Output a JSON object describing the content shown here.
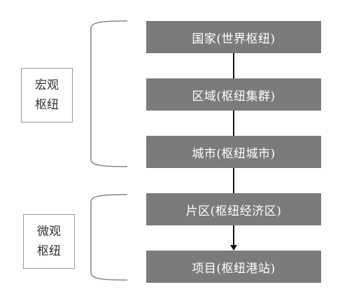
{
  "groups": [
    {
      "label_lines": [
        "宏观",
        "枢纽"
      ]
    },
    {
      "label_lines": [
        "微观",
        "枢纽"
      ]
    }
  ],
  "levels": [
    {
      "text": "国家(世界枢纽)"
    },
    {
      "text": "区域(枢纽集群)"
    },
    {
      "text": "城市(枢纽城市)"
    },
    {
      "text": "片区(枢纽经济区)"
    },
    {
      "text": "项目(枢纽港站)"
    }
  ],
  "colors": {
    "box": "#7b7b7b",
    "box_text": "#ffffff",
    "line": "#111111",
    "bracket": "#8a8a8a"
  }
}
